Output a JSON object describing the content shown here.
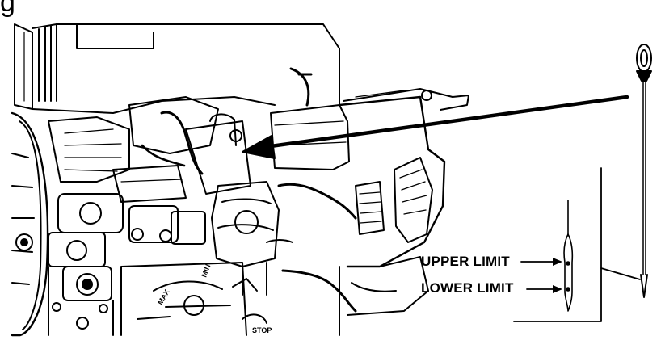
{
  "figure": {
    "partial_label": "g"
  },
  "callouts": {
    "upper": "UPPER LIMIT",
    "lower": "LOWER LIMIT"
  },
  "engine_markings": {
    "max": "MAX",
    "min": "MIN",
    "stop": "STOP"
  },
  "colors": {
    "ink": "#000000",
    "paper": "#ffffff"
  }
}
